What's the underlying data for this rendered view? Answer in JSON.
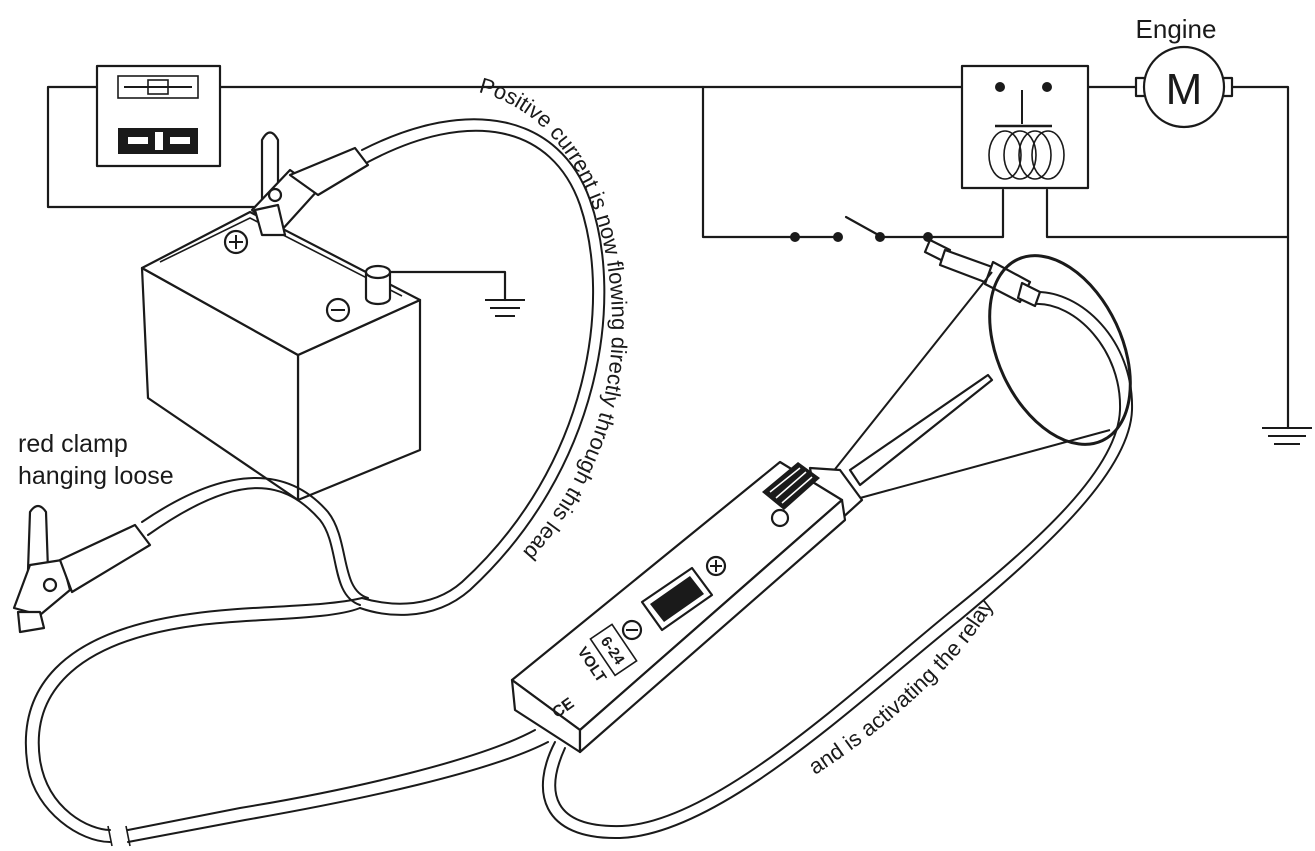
{
  "labels": {
    "engine": "Engine",
    "motor_symbol": "M",
    "red_clamp_line1": "red clamp",
    "red_clamp_line2": "hanging loose",
    "positive_current": "Positive current is now flowing directly through this lead",
    "activating_relay": "and is activating the relay",
    "volt_range": "6-24",
    "volt_unit": "VOLT",
    "ce_mark": "CE"
  },
  "icons": {
    "battery_positive": "plus-circle-icon",
    "battery_negative": "minus-circle-icon",
    "ground": "ground-symbol-icon",
    "motor": "motor-icon",
    "relay_coil": "coil-icon"
  }
}
